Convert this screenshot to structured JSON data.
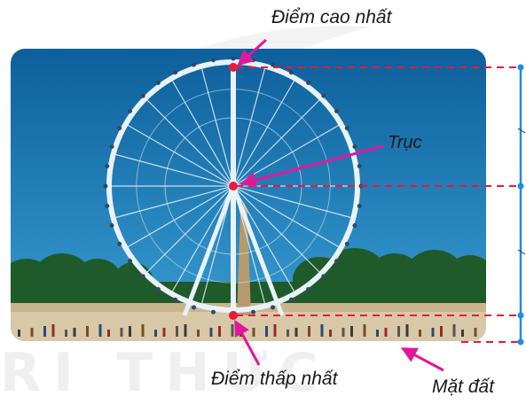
{
  "labels": {
    "top_point": "Điểm cao nhất",
    "axis": "Trục",
    "bottom_point": "Điểm thấp nhất",
    "ground": "Mặt đất"
  },
  "watermark_text": "RI THỨC",
  "colors": {
    "sky_top": "#0d5f9c",
    "sky_bottom": "#3a9fd4",
    "wheel": "#e8f2f8",
    "marker": "#e8193c",
    "pointer_arrow": "#e0199a",
    "dashed_line": "#e8193c",
    "measure_line": "#1a8fe0",
    "trees": "#1f5a2a",
    "ground": "#d8c8a8"
  },
  "wheel": {
    "spokes": 24,
    "cabins": 40
  }
}
